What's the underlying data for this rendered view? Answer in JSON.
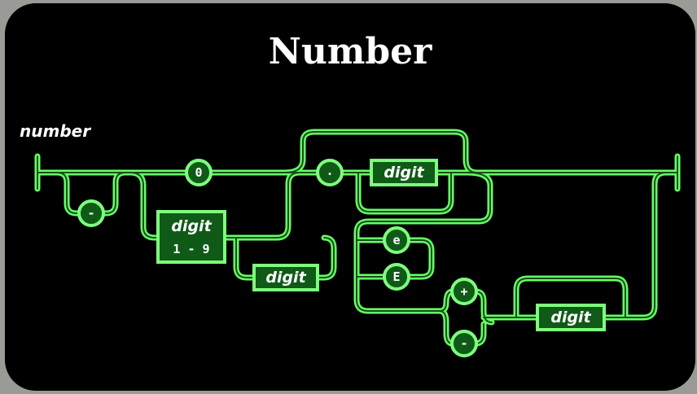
{
  "title": "Number",
  "rule_name": "number",
  "colors": {
    "background": "#000000",
    "track": "#66ff66",
    "node_fill": "#0f5a17",
    "text": "#ffffff"
  },
  "nodes": {
    "minus": "-",
    "zero": "0",
    "digit_1_9": {
      "label": "digit",
      "range": "1 - 9"
    },
    "digit_int": "digit",
    "dot": ".",
    "digit_frac": "digit",
    "e_lower": "e",
    "e_upper": "E",
    "plus": "+",
    "minus_exp": "-",
    "digit_exp": "digit"
  }
}
